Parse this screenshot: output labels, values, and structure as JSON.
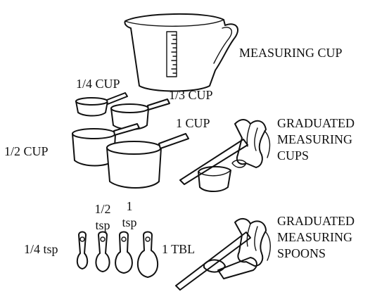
{
  "labels": {
    "measuring_cup": "MEASURING CUP",
    "quarter_cup": "1/4 CUP",
    "third_cup": "1/3 CUP",
    "half_cup": "1/2 CUP",
    "one_cup": "1 CUP",
    "graduated_cups": [
      "GRADUATED",
      "MEASURING",
      "CUPS"
    ],
    "half_tsp": [
      "1/2",
      "tsp"
    ],
    "one_tsp": [
      "1",
      "tsp"
    ],
    "quarter_tsp": "1/4 tsp",
    "one_tbl": "1 TBL",
    "graduated_spoons": [
      "GRADUATED",
      "MEASURING",
      "SPOONS"
    ]
  },
  "icons": [
    "measuring-cup-icon",
    "graduated-cups-icon",
    "leveling-cup-hand-icon",
    "measuring-spoons-icon",
    "leveling-spoon-hand-icon"
  ]
}
